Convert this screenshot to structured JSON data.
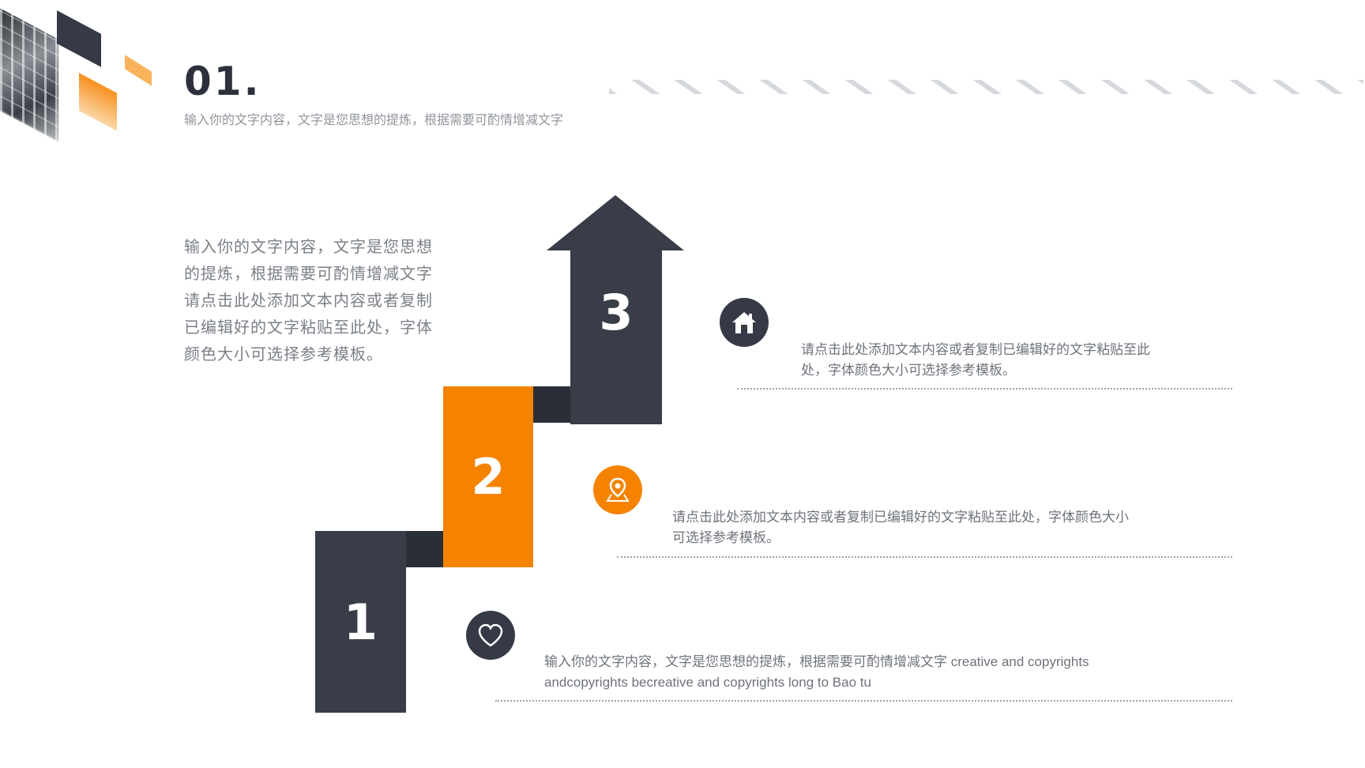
{
  "header": {
    "number": "01.",
    "subtitle": "输入你的文字内容，文字是您思想的提炼，根据需要可酌情增减文字"
  },
  "intro": {
    "text": "输入你的文字内容，文字是您思想的提炼，根据需要可酌情增减文字请点击此处添加文本内容或者复制已编辑好的文字粘贴至此处，字体颜色大小可选择参考模板。"
  },
  "steps": [
    {
      "label": "1"
    },
    {
      "label": "2"
    },
    {
      "label": "3"
    }
  ],
  "items": [
    {
      "icon": "home-icon",
      "line1": "请点击此处添加文本内容或者复制已编辑好的文字粘贴至此",
      "line2": "处，字体颜色大小可选择参考模板。"
    },
    {
      "icon": "location-pin-icon",
      "line1": "请点击此处添加文本内容或者复制已编辑好的文字粘贴至此处，字体颜色大小",
      "line2": "可选择参考模板。"
    },
    {
      "icon": "heart-icon",
      "line1": "输入你的文字内容，文字是您思想的提炼，根据需要可酌情增减文字 creative and copyrights",
      "line2": "andcopyrights becreative and copyrights long to Bao tu"
    }
  ],
  "colors": {
    "dark": "#383d48",
    "orange": "#f58300",
    "text": "#6e737b"
  }
}
